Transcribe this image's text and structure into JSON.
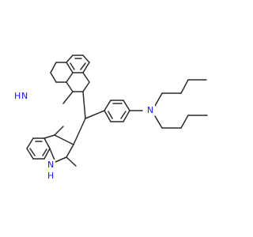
{
  "molecule": {
    "atom_labels": {
      "nh_top": "H",
      "n_top": "N",
      "n_amine": "N",
      "nh_bottom": "N",
      "h_bottom": "H"
    },
    "colors": {
      "bond": "#2a2a2a",
      "nitrogen": "#1414ff",
      "background": "#ffffff"
    }
  }
}
